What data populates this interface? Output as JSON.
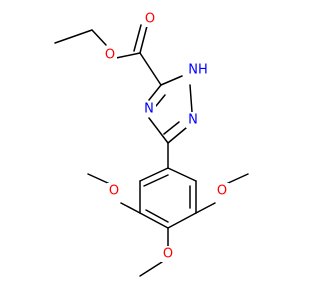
{
  "molecule": {
    "atoms": {
      "ester_o_carbonyl": {
        "symbol": "O",
        "color": "#ff0000"
      },
      "ester_o_ether": {
        "symbol": "O",
        "color": "#ff0000"
      },
      "triazole_nh": {
        "symbol": "NH",
        "color": "#0000ff"
      },
      "triazole_n4": {
        "symbol": "N",
        "color": "#0000ff"
      },
      "triazole_n2": {
        "symbol": "N",
        "color": "#0000ff"
      },
      "methoxy_o_left": {
        "symbol": "O",
        "color": "#ff0000"
      },
      "methoxy_o_right": {
        "symbol": "O",
        "color": "#ff0000"
      },
      "methoxy_o_bottom": {
        "symbol": "O",
        "color": "#ff0000"
      }
    }
  }
}
